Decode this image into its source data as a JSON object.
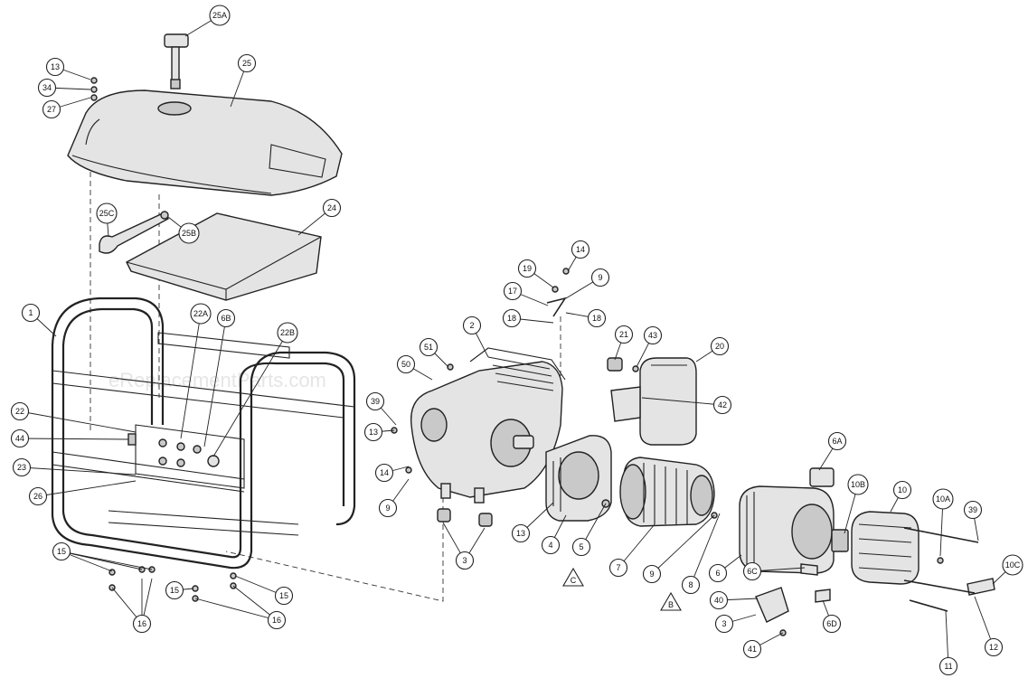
{
  "watermark": "eReplacementParts.com",
  "callouts": [
    {
      "id": "c25A",
      "label": "25A"
    },
    {
      "id": "c25",
      "label": "25"
    },
    {
      "id": "c13a",
      "label": "13"
    },
    {
      "id": "c34",
      "label": "34"
    },
    {
      "id": "c27",
      "label": "27"
    },
    {
      "id": "c25C",
      "label": "25C"
    },
    {
      "id": "c25B",
      "label": "25B"
    },
    {
      "id": "c24",
      "label": "24"
    },
    {
      "id": "c1",
      "label": "1"
    },
    {
      "id": "c22A",
      "label": "22A"
    },
    {
      "id": "c6B",
      "label": "6B"
    },
    {
      "id": "c22B",
      "label": "22B"
    },
    {
      "id": "c22",
      "label": "22"
    },
    {
      "id": "c44",
      "label": "44"
    },
    {
      "id": "c23",
      "label": "23"
    },
    {
      "id": "c26",
      "label": "26"
    },
    {
      "id": "c15a",
      "label": "15"
    },
    {
      "id": "c16a",
      "label": "16"
    },
    {
      "id": "c15b",
      "label": "15"
    },
    {
      "id": "c15c",
      "label": "15"
    },
    {
      "id": "c16b",
      "label": "16"
    },
    {
      "id": "c14a",
      "label": "14"
    },
    {
      "id": "c19",
      "label": "19"
    },
    {
      "id": "c9a",
      "label": "9"
    },
    {
      "id": "c17",
      "label": "17"
    },
    {
      "id": "c18a",
      "label": "18"
    },
    {
      "id": "c18b",
      "label": "18"
    },
    {
      "id": "c2",
      "label": "2"
    },
    {
      "id": "c51",
      "label": "51"
    },
    {
      "id": "c50",
      "label": "50"
    },
    {
      "id": "c39a",
      "label": "39"
    },
    {
      "id": "c13b",
      "label": "13"
    },
    {
      "id": "c14b",
      "label": "14"
    },
    {
      "id": "c9b",
      "label": "9"
    },
    {
      "id": "c21",
      "label": "21"
    },
    {
      "id": "c43",
      "label": "43"
    },
    {
      "id": "c20",
      "label": "20"
    },
    {
      "id": "c42",
      "label": "42"
    },
    {
      "id": "c3a",
      "label": "3"
    },
    {
      "id": "c13c",
      "label": "13"
    },
    {
      "id": "c4",
      "label": "4"
    },
    {
      "id": "c5",
      "label": "5"
    },
    {
      "id": "c7",
      "label": "7"
    },
    {
      "id": "c9c",
      "label": "9"
    },
    {
      "id": "c8",
      "label": "8"
    },
    {
      "id": "c6A",
      "label": "6A"
    },
    {
      "id": "c10B",
      "label": "10B"
    },
    {
      "id": "c10",
      "label": "10"
    },
    {
      "id": "c10A",
      "label": "10A"
    },
    {
      "id": "c39b",
      "label": "39"
    },
    {
      "id": "c10C",
      "label": "10C"
    },
    {
      "id": "c6",
      "label": "6"
    },
    {
      "id": "c6C",
      "label": "6C"
    },
    {
      "id": "c40",
      "label": "40"
    },
    {
      "id": "c6D",
      "label": "6D"
    },
    {
      "id": "c3b",
      "label": "3"
    },
    {
      "id": "c41",
      "label": "41"
    },
    {
      "id": "c11",
      "label": "11"
    },
    {
      "id": "c12",
      "label": "12"
    }
  ],
  "markers": [
    {
      "id": "mC",
      "label": "C"
    },
    {
      "id": "mB",
      "label": "B"
    }
  ]
}
